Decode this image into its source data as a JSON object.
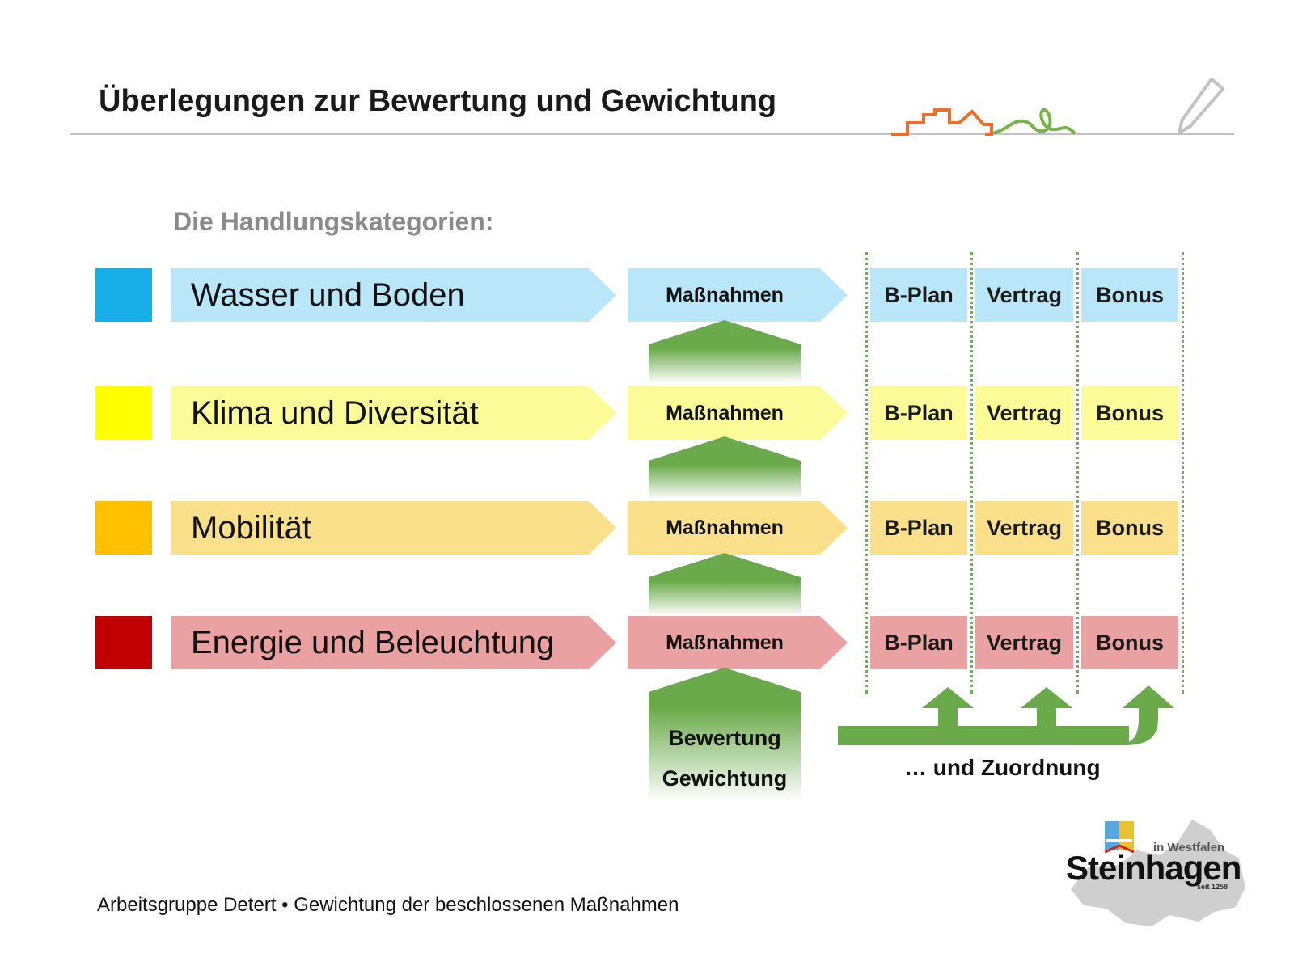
{
  "slide": {
    "title": "Überlegungen zur Bewertung und Gewichtung",
    "subtitle": "Die Handlungskategorien:"
  },
  "categories": [
    {
      "label": "Wasser und Boden",
      "swatch": "#17aee8",
      "fill": "#b9e6f8"
    },
    {
      "label": "Klima und Diversität",
      "swatch": "#ffff00",
      "fill": "#fbfb98"
    },
    {
      "label": "Mobilität",
      "swatch": "#ffc000",
      "fill": "#fbe08c"
    },
    {
      "label": "Energie und Beleuchtung",
      "swatch": "#c00000",
      "fill": "#eaa1a1"
    }
  ],
  "measures_label": "Maßnahmen",
  "columns": [
    "B-Plan",
    "Vertrag",
    "Bonus"
  ],
  "evaluation": {
    "line1": "Bewertung",
    "line2": "Gewichtung"
  },
  "assignment_label": "… und Zuordnung",
  "footer": {
    "text": "Arbeitsgruppe Detert  • Gewichtung der beschlossenen Maßnahmen"
  },
  "logo": {
    "name": "Steinhagen",
    "region": "in Westfalen",
    "since": "seit 1258"
  },
  "colors": {
    "arrow_green": "#6aaa4a",
    "divider": "#c2c2c2",
    "skyline_orange": "#e8702a",
    "skyline_green": "#77b34b"
  }
}
